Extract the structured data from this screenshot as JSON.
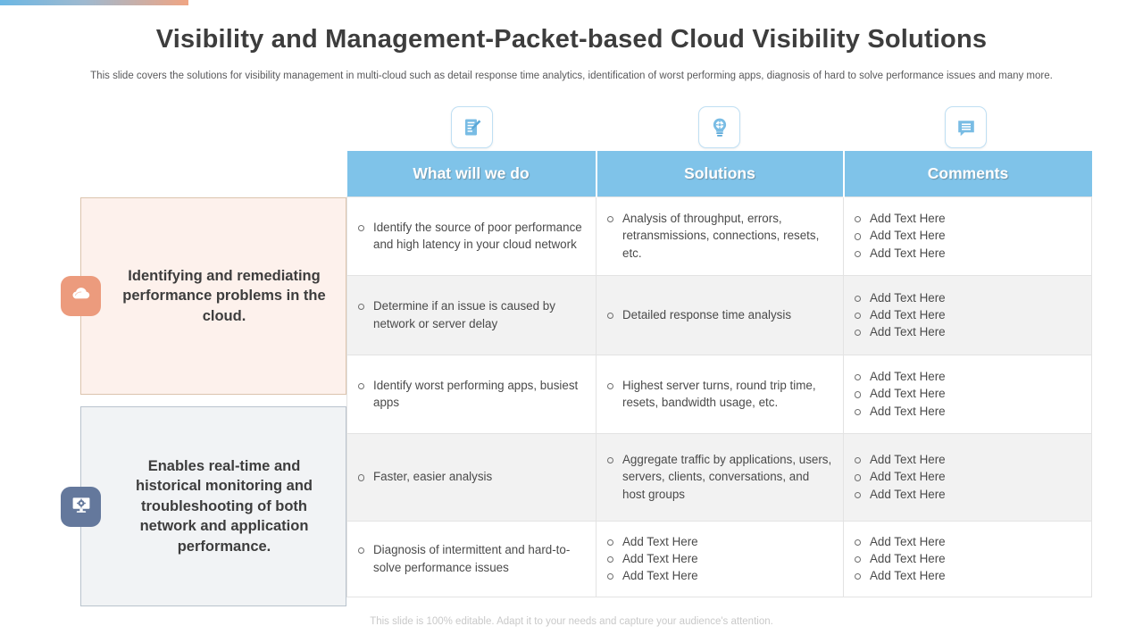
{
  "slide": {
    "title": "Visibility and Management-Packet-based Cloud Visibility Solutions",
    "subtitle": "This slide covers the solutions for visibility management in multi-cloud such as detail response time analytics, identification of worst performing apps, diagnosis of hard to solve performance issues and many more.",
    "footer": "This slide is 100% editable. Adapt it to your needs and capture your audience's attention."
  },
  "colors": {
    "header_blue": "#7fc3e9",
    "accent_salmon": "#ec9b7d",
    "accent_slate": "#64789c",
    "panel_pink_bg": "#fdf1ec",
    "panel_pink_border": "#dcc4ae",
    "panel_gray_bg": "#f1f3f5",
    "panel_gray_border": "#b9c3cd",
    "alt_row": "#f2f2f2",
    "text_dark": "#3d3d3d",
    "text_body": "#4a4a4a",
    "footer_text": "#c9c9c9"
  },
  "badges": [
    {
      "icon": "document-edit-icon"
    },
    {
      "icon": "lightbulb-gear-icon"
    },
    {
      "icon": "comment-bubble-icon"
    }
  ],
  "panels": [
    {
      "icon": "cloud-icon",
      "text": "Identifying and remediating performance problems in the cloud."
    },
    {
      "icon": "monitor-gear-icon",
      "text": "Enables real-time and historical monitoring and troubleshooting of both network and application performance."
    }
  ],
  "table": {
    "headers": [
      "What will we do",
      "Solutions",
      "Comments"
    ],
    "rows": [
      {
        "what": [
          "Identify the source of poor performance and high latency in your cloud network"
        ],
        "solutions": [
          "Analysis of throughput, errors, retransmissions, connections, resets, etc."
        ],
        "comments": [
          "Add Text Here",
          "Add Text Here",
          "Add Text Here"
        ]
      },
      {
        "what": [
          "Determine if an issue is caused by network or server delay"
        ],
        "solutions": [
          "Detailed response time analysis"
        ],
        "comments": [
          "Add Text Here",
          "Add Text Here",
          "Add Text Here"
        ]
      },
      {
        "what": [
          "Identify worst performing apps, busiest apps"
        ],
        "solutions": [
          "Highest server turns, round trip time, resets, bandwidth usage, etc."
        ],
        "comments": [
          "Add Text Here",
          "Add Text Here",
          "Add Text Here"
        ]
      },
      {
        "what": [
          "Faster, easier analysis"
        ],
        "solutions": [
          "Aggregate traffic by applications, users, servers, clients, conversations, and host groups"
        ],
        "comments": [
          "Add Text Here",
          "Add Text Here",
          "Add Text Here"
        ]
      },
      {
        "what": [
          "Diagnosis of intermittent and hard-to-solve performance issues"
        ],
        "solutions": [
          "Add Text Here",
          "Add Text Here",
          "Add Text Here"
        ],
        "comments": [
          "Add Text Here",
          "Add Text Here",
          "Add Text Here"
        ]
      }
    ]
  }
}
